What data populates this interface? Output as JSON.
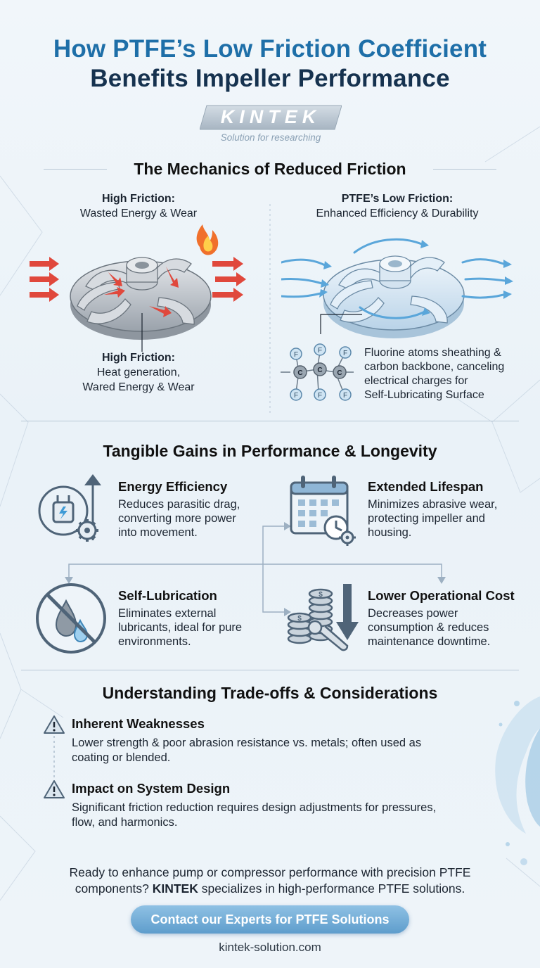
{
  "header": {
    "title_line1": "How PTFE’s Low Friction Coefficient",
    "title_line2": "Benefits Impeller Performance"
  },
  "brand": {
    "logo": "KINTEK",
    "tagline": "Solution for researching"
  },
  "mechanics": {
    "title": "The Mechanics of Reduced Friction",
    "left": {
      "heading_bold": "High Friction:",
      "heading_sub": "Wasted Energy & Wear",
      "callout_bold": "High Friction:",
      "callout_line1": "Heat generation,",
      "callout_line2": "Wared Energy & Wear"
    },
    "right": {
      "heading_bold": "PTFE’s Low Friction:",
      "heading_sub": "Enhanced Efficiency & Durability",
      "callout_line1": "Fluorine atoms sheathing &",
      "callout_line2": "carbon backbone, canceling",
      "callout_line3": "electrical charges for",
      "callout_line4": "Self-Lubricating Surface",
      "atom_f": "F",
      "atom_c": "C"
    }
  },
  "gains": {
    "title": "Tangible Gains in Performance & Longevity",
    "cards": [
      {
        "title": "Energy Efficiency",
        "line1": "Reduces parasitic drag,",
        "line2": "converting more power",
        "line3": "into movement."
      },
      {
        "title": "Extended Lifespan",
        "line1": "Minimizes abrasive wear,",
        "line2": "protecting impeller and",
        "line3": "housing."
      },
      {
        "title": "Self-Lubrication",
        "line1": "Eliminates external",
        "line2": "lubricants, ideal for pure",
        "line3": "environments."
      },
      {
        "title": "Lower Operational Cost",
        "line1": "Decreases power",
        "line2": "consumption & reduces",
        "line3": "maintenance downtime."
      }
    ]
  },
  "tradeoffs": {
    "title": "Understanding Trade-offs & Considerations",
    "items": [
      {
        "title": "Inherent Weaknesses",
        "line1": "Lower strength & poor abrasion resistance vs. metals; often used as",
        "line2": "coating or blended."
      },
      {
        "title": "Impact on System Design",
        "line1": "Significant friction reduction requires design adjustments for pressures,",
        "line2": "flow, and harmonics."
      }
    ]
  },
  "cta": {
    "line1": "Ready to enhance pump or compressor performance with precision PTFE",
    "line2_pre": "components? ",
    "line2_brand": "KINTEK",
    "line2_post": " specializes in high-performance PTFE solutions.",
    "button": "Contact our Experts for PTFE Solutions",
    "site": "kintek-solution.com"
  },
  "colors": {
    "title_blue": "#1e6fa8",
    "title_navy": "#16324f",
    "heat_red": "#e0483c",
    "flow_blue": "#5aa6da",
    "icon_steel": "#4f6478"
  }
}
